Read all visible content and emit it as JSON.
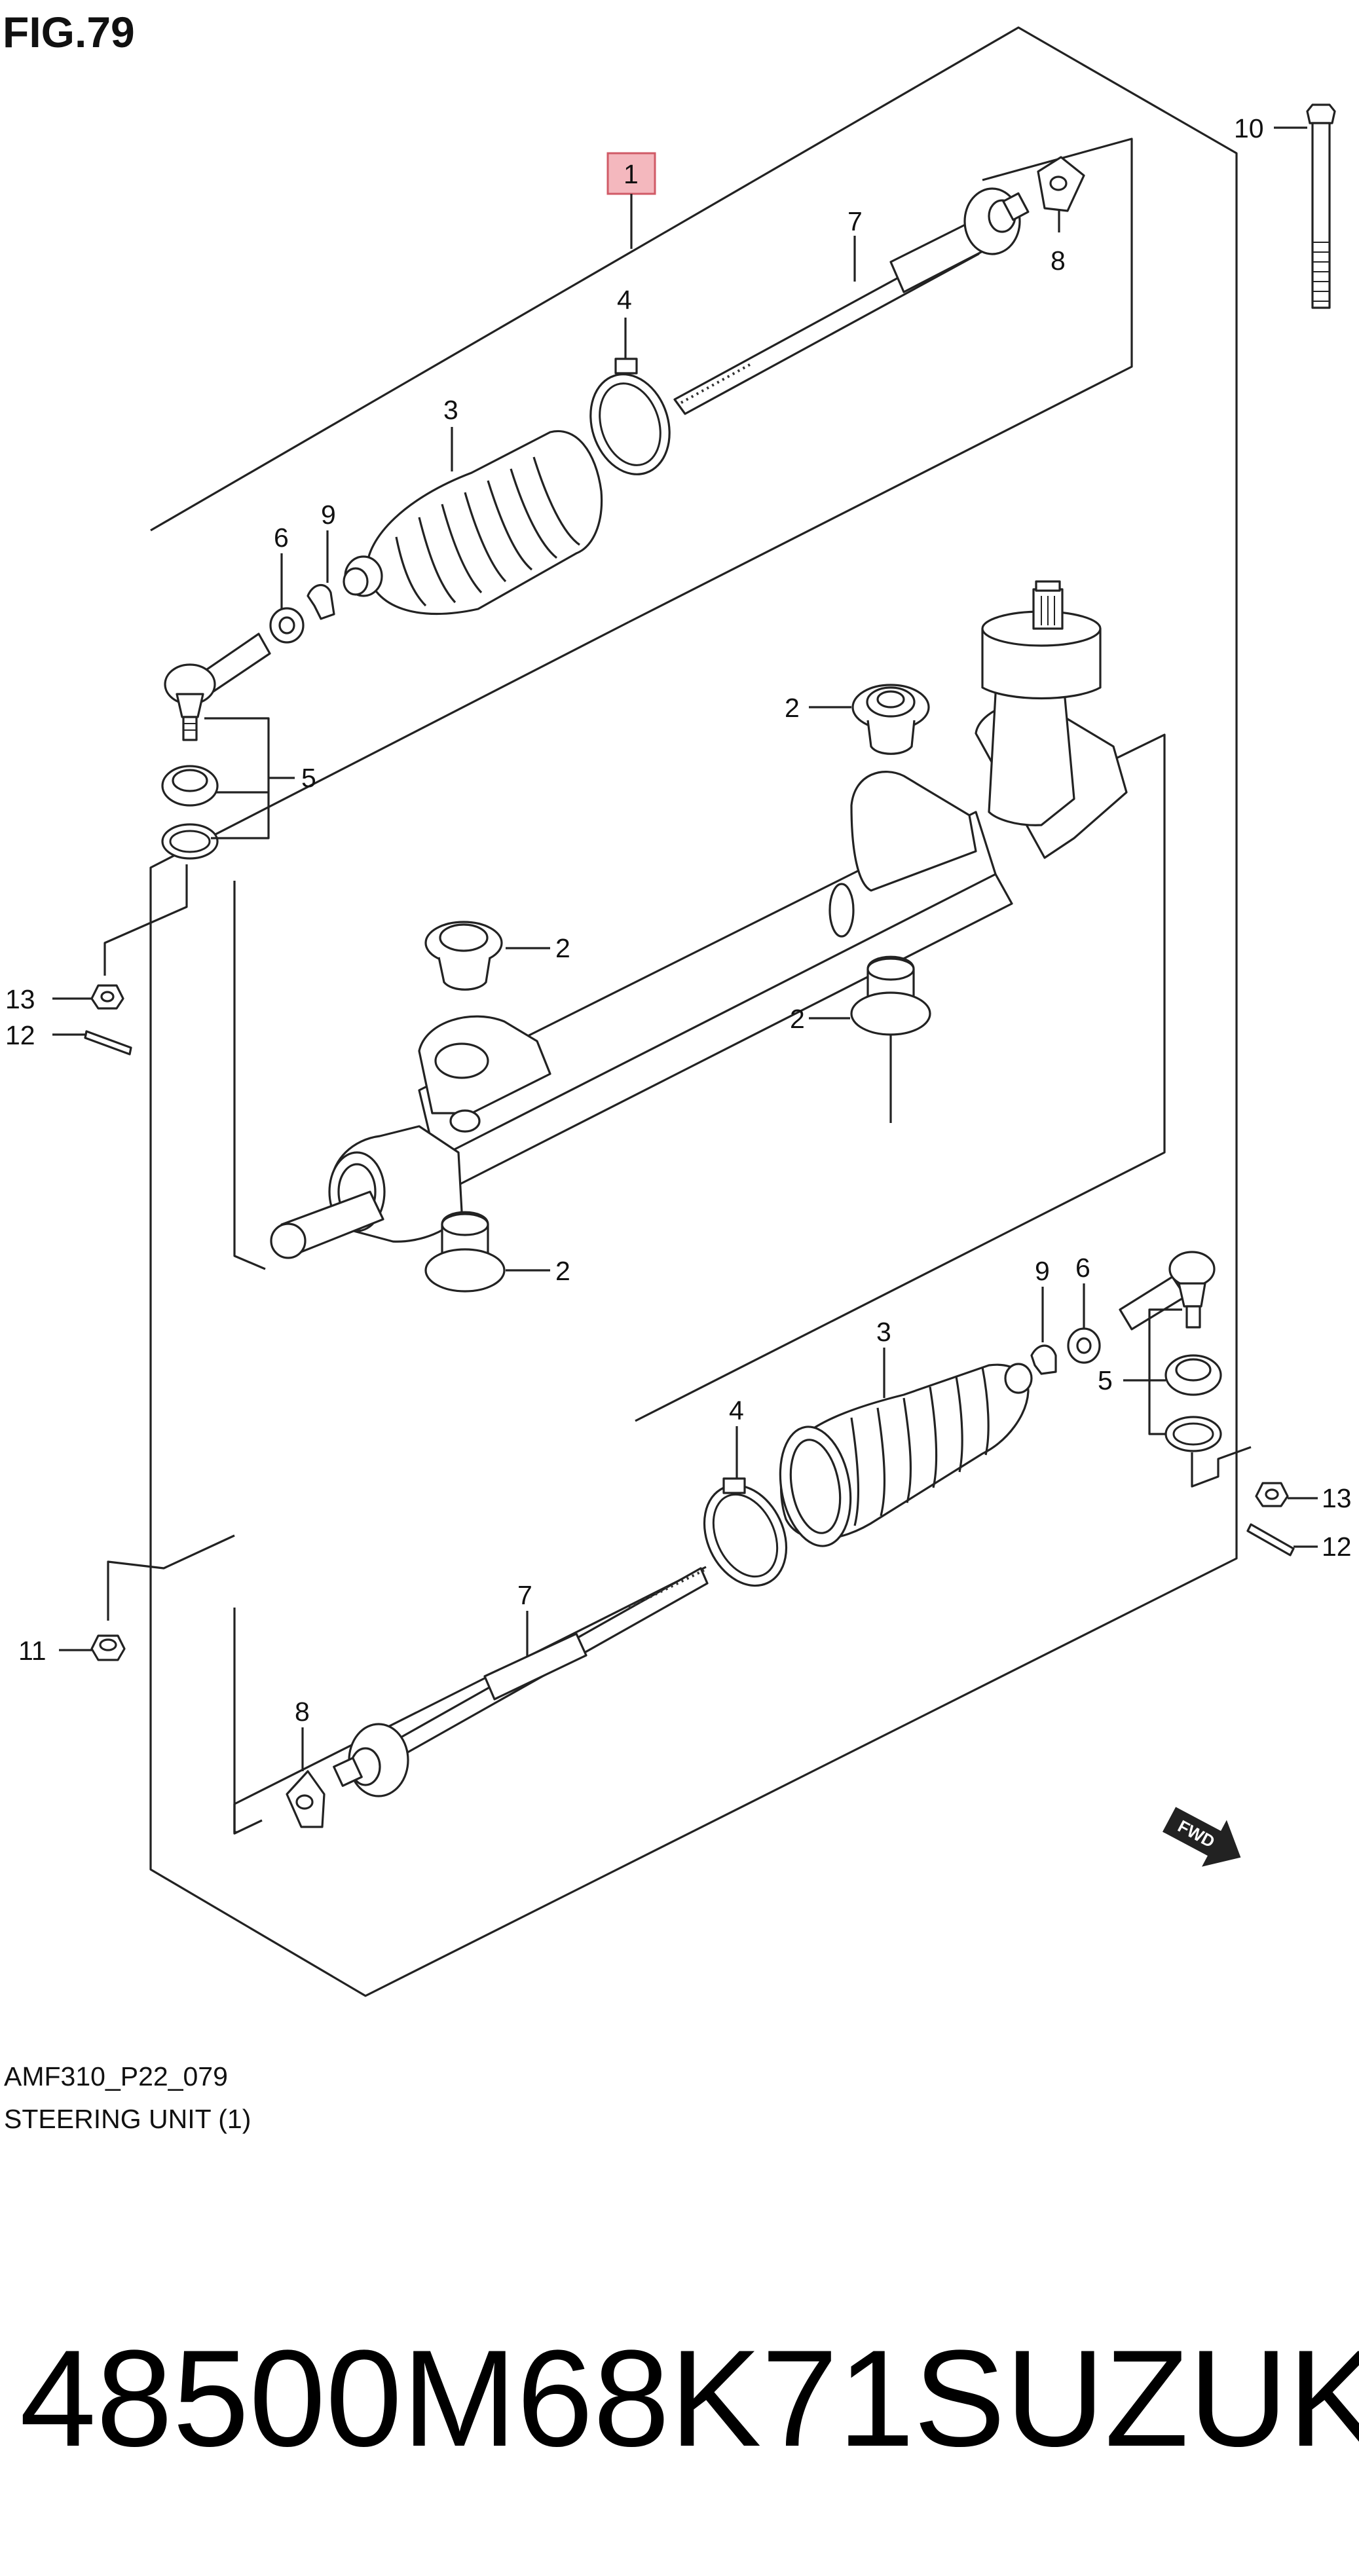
{
  "figure": {
    "title": "FIG.79"
  },
  "diagram_code": "AMF310_P22_079",
  "section": "STEERING UNIT (1)",
  "highlight_color": "#f4b8be",
  "callouts": {
    "c1": "1",
    "c10": "10",
    "c8_top": "8",
    "c7_top": "7",
    "c4_top": "4",
    "c3_top": "3",
    "c6_left": "6",
    "c9_left": "9",
    "c5_left": "5",
    "c13_left": "13",
    "c12_left": "12",
    "c2_a": "2",
    "c2_b": "2",
    "c2_c": "2",
    "c2_d": "2",
    "c9_right": "9",
    "c6_right": "6",
    "c3_bottom": "3",
    "c5_right": "5",
    "c4_bottom": "4",
    "c13_right": "13",
    "c12_right": "12",
    "c7_bottom": "7",
    "c11": "11",
    "c8_bottom": "8"
  },
  "fwd_label": "FWD",
  "part_number": "48500M68K71",
  "brand": "SUZUKI",
  "icons": [
    "fwd-arrow-icon"
  ]
}
